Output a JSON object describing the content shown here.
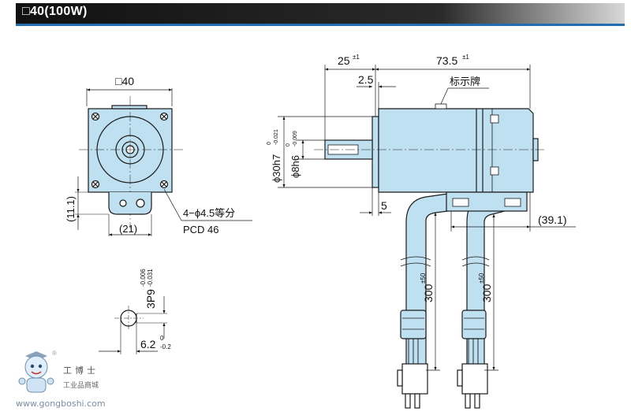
{
  "header": {
    "title": "□40(100W)"
  },
  "front_view": {
    "dim_square": "□40",
    "dim_11": "(11.1)",
    "dim_21": "(21)",
    "holes": "4−ϕ4.5等分",
    "pcd": "PCD 46"
  },
  "shaft_view": {
    "key_label": "3P9",
    "key_tol_upper": "-0.006",
    "key_tol_lower": "-0.031",
    "width_label": "6.2",
    "width_tol_upper": "0",
    "width_tol_lower": "-0.2"
  },
  "side_view": {
    "dim_25": "25",
    "dim_25_tol": "±1",
    "dim_73": "73.5",
    "dim_73_tol": "±1",
    "dim_2_5": "2.5",
    "nameplate": "标示牌",
    "phi30": "ϕ30h7",
    "phi30_tol_upper": "0",
    "phi30_tol_lower": "-0.021",
    "phi8": "ϕ8h6",
    "phi8_tol_upper": "0",
    "phi8_tol_lower": "-0.009",
    "dim_5": "5",
    "dim_39": "(39.1)",
    "cable_len": "300",
    "cable_tol": "±50",
    "cable_len_2": "300",
    "cable_tol_2": "±50"
  },
  "watermark": {
    "brand": "工博士",
    "sub": "工业品商城",
    "url": "www.gongboshi.com",
    "reg": "®"
  },
  "colors": {
    "motor_fill": "#bfe0f0",
    "line": "#1a1a1a",
    "header_bg": "#111111",
    "accent": "#1f6fb2"
  }
}
